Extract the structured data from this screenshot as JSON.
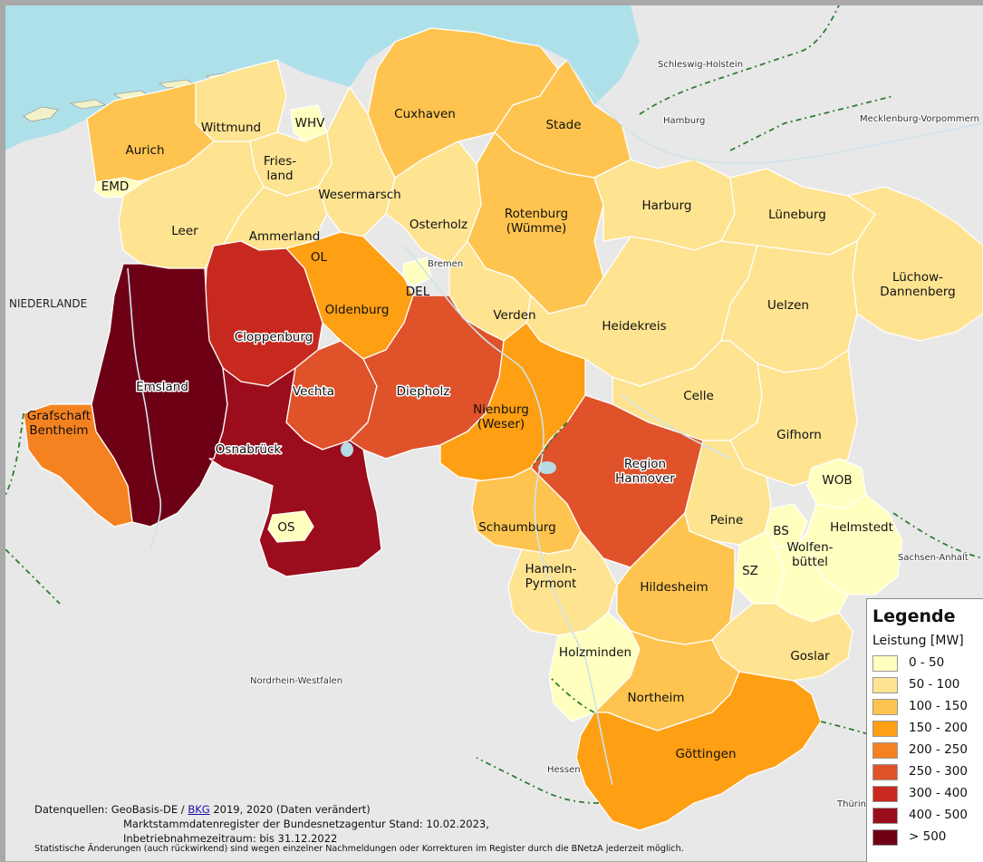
{
  "legend": {
    "title": "Legende",
    "subtitle": "Leistung [MW]",
    "classes": [
      {
        "range": "0 - 50",
        "color": "#ffffc0"
      },
      {
        "range": "50 - 100",
        "color": "#fee391"
      },
      {
        "range": "100 - 150",
        "color": "#fec44f"
      },
      {
        "range": "150 - 200",
        "color": "#fe9f14"
      },
      {
        "range": "200 - 250",
        "color": "#f58220"
      },
      {
        "range": "250 - 300",
        "color": "#e0522a"
      },
      {
        "range": "300 - 400",
        "color": "#c8291e"
      },
      {
        "range": "400 - 500",
        "color": "#9b0d1c"
      },
      {
        "range": "> 500",
        "color": "#6e0016"
      }
    ]
  },
  "districts": [
    {
      "name": "Cuxhaven",
      "class": 2
    },
    {
      "name": "Stade",
      "class": 2
    },
    {
      "name": "Wittmund",
      "class": 1
    },
    {
      "name": "WHV",
      "class": 0
    },
    {
      "name": "Aurich",
      "class": 2
    },
    {
      "name": "EMD",
      "class": 0
    },
    {
      "name": "Fries-\nland",
      "class": 1
    },
    {
      "name": "Wesermarsch",
      "class": 1
    },
    {
      "name": "Leer",
      "class": 1
    },
    {
      "name": "Ammerland",
      "class": 1
    },
    {
      "name": "OL",
      "class": 0
    },
    {
      "name": "Osterholz",
      "class": 1
    },
    {
      "name": "Rotenburg\n(Wümme)",
      "class": 2
    },
    {
      "name": "Harburg",
      "class": 1
    },
    {
      "name": "Lüneburg",
      "class": 1
    },
    {
      "name": "Lüchow-\nDannenberg",
      "class": 1
    },
    {
      "name": "DEL",
      "class": 0
    },
    {
      "name": "Oldenburg",
      "class": 3
    },
    {
      "name": "Verden",
      "class": 1
    },
    {
      "name": "Heidekreis",
      "class": 1
    },
    {
      "name": "Uelzen",
      "class": 1
    },
    {
      "name": "Cloppenburg",
      "class": 6
    },
    {
      "name": "Emsland",
      "class": 8
    },
    {
      "name": "Vechta",
      "class": 5
    },
    {
      "name": "Diepholz",
      "class": 5
    },
    {
      "name": "Celle",
      "class": 1
    },
    {
      "name": "Grafschaft\nBentheim",
      "class": 4
    },
    {
      "name": "Osnabrück",
      "class": 7
    },
    {
      "name": "Nienburg\n(Weser)",
      "class": 3
    },
    {
      "name": "Gifhorn",
      "class": 1
    },
    {
      "name": "Region\nHannover",
      "class": 5
    },
    {
      "name": "WOB",
      "class": 0
    },
    {
      "name": "OS",
      "class": 0
    },
    {
      "name": "Schaumburg",
      "class": 2
    },
    {
      "name": "Peine",
      "class": 1
    },
    {
      "name": "BS",
      "class": 0
    },
    {
      "name": "Helmstedt",
      "class": 0
    },
    {
      "name": "SZ",
      "class": 0
    },
    {
      "name": "Wolfen-\nbüttel",
      "class": 0
    },
    {
      "name": "Hameln-\nPyrmont",
      "class": 1
    },
    {
      "name": "Hildesheim",
      "class": 2
    },
    {
      "name": "Holzminden",
      "class": 0
    },
    {
      "name": "Goslar",
      "class": 1
    },
    {
      "name": "Northeim",
      "class": 2
    },
    {
      "name": "Göttingen",
      "class": 3
    }
  ],
  "neighbors": [
    "Schleswig-Holstein",
    "Hamburg",
    "Mecklenburg-Vorpommern",
    "Bremen",
    "NIEDERLANDE",
    "Nordrhein-Westfalen",
    "Sachsen-Anhalt",
    "Hessen",
    "Thüringen"
  ],
  "sources": {
    "prefix": "Datenquellen: GeoBasis-DE / ",
    "link": "BKG",
    "suffix": " 2019, 2020 (Daten verändert)",
    "line2": "Marktstammdatenregister der Bundesnetzagentur Stand: 10.02.2023,",
    "line3": "Inbetriebnahmezeitraum: bis 31.12.2022"
  },
  "disclaimer": "Statistische Änderungen (auch rückwirkend) sind wegen einzelner Nachmeldungen oder Korrekturen im Register durch die BNetzA jederzeit möglich.",
  "colors": {
    "sea": "#aee0ea",
    "outside": "#e8e8e8",
    "border": "#ffffff",
    "river": "#cfe3ea",
    "state_border": "#2e7d32"
  }
}
